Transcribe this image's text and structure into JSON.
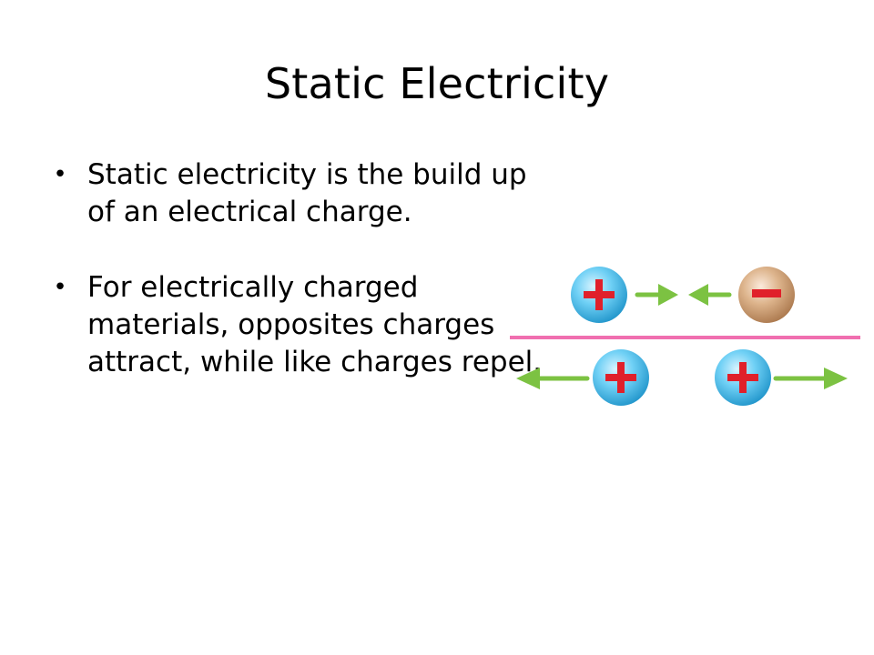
{
  "slide": {
    "title": "Static Electricity",
    "bullets": [
      {
        "text": "Static electricity is the build up of an electrical charge."
      },
      {
        "text": "For electrically charged materials, opposites charges attract, while like charges repel."
      }
    ],
    "bullet_symbol": "•"
  },
  "figure": {
    "colors": {
      "positive_charge": "#3bb5e6",
      "negative_charge": "#c79766",
      "sign": "#e0202a",
      "arrow": "#7cc242",
      "divider": "#f06fb0"
    },
    "top_row": {
      "relation": "attract",
      "charges": [
        "+",
        "-"
      ]
    },
    "bottom_row": {
      "relation": "repel",
      "charges": [
        "+",
        "+"
      ]
    }
  }
}
